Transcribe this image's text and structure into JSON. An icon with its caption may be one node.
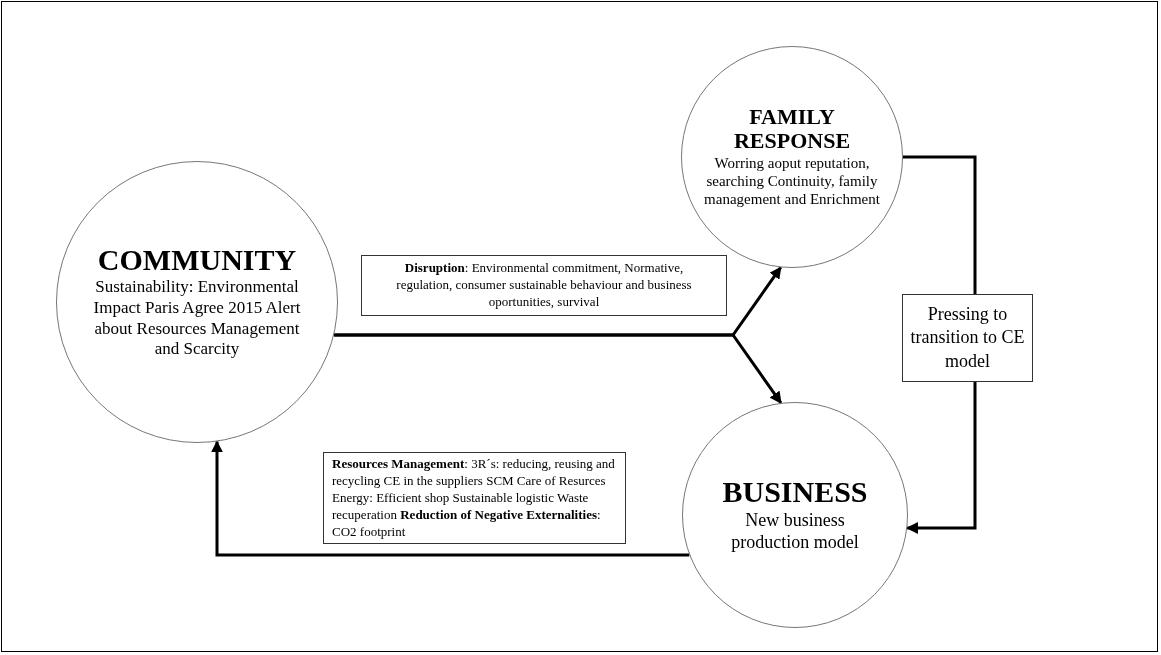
{
  "diagram": {
    "nodes": [
      {
        "text": [
          "COMMUNITY",
          "Sustainability: Environmental Impact Paris Agree 2015 Alert about Resources Management and Scarcity"
        ]
      },
      {
        "text": [
          "FAMILY RESPONSE",
          "Worring aoput reputation, searching Continuity, family management and Enrichment"
        ]
      },
      {
        "text": [
          "BUSINESS",
          "New business production model"
        ]
      }
    ],
    "edges": [
      {
        "from": 0,
        "to": 1,
        "arrow": "to",
        "label": "**Disruption**: Environmental commitment, Normative, regulation, consumer sustainable behaviour and business oportunities, survival"
      },
      {
        "from": 0,
        "to": 2,
        "arrow": "to"
      },
      {
        "from": 1,
        "to": 2,
        "arrow": "to",
        "label": "Pressing to transition to CE model"
      },
      {
        "from": 2,
        "to": 0,
        "arrow": "to",
        "label": "**Resources Management**: 3R´s: reducing, reusing and recycling CE in the suppliers SCM Care of Resurces Energy: Efficient shop Sustainable logistic Waste recuperation **Reduction of Negative Externalities**: CO2 footprint"
      }
    ]
  }
}
